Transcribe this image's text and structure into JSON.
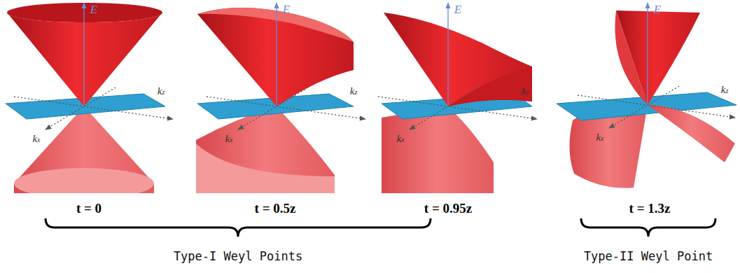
{
  "diagram": {
    "labels": [
      "E",
      "kz",
      "kx",
      "t = 0",
      "E",
      "kz",
      "kx",
      "t = 0.5z",
      "E",
      "kz",
      "kx",
      "t = 0.95z",
      "E",
      "kz",
      "kx",
      "t = 1.3z",
      "Type-I Weyl Points",
      "Type-II Weyl Point"
    ]
  }
}
